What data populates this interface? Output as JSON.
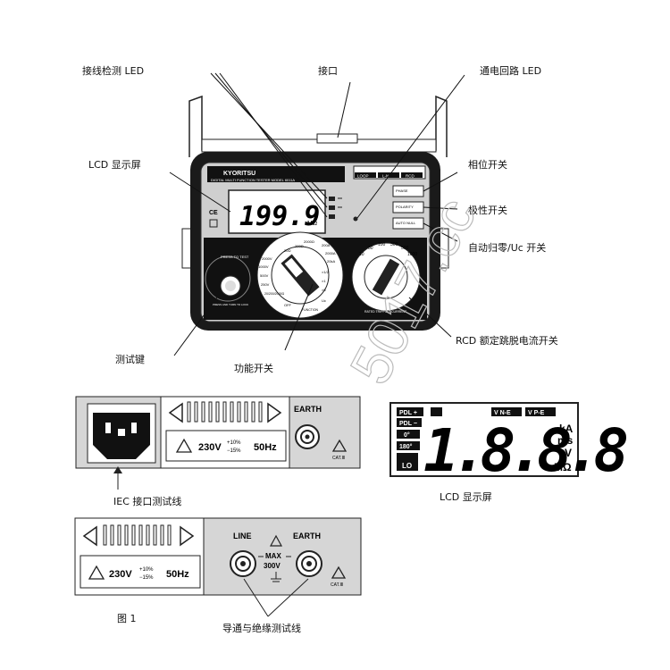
{
  "callouts": {
    "connection_led": "接线检测 LED",
    "port": "接口",
    "circuit_led": "通电回路 LED",
    "lcd": "LCD 显示屏",
    "phase_switch": "相位开关",
    "polarity_switch": "极性开关",
    "auto_zero_switch": "自动归零/Uc 开关",
    "rcd_switch": "RCD 额定跳脱电流开关",
    "test_key": "测试键",
    "function_switch": "功能开关"
  },
  "meter": {
    "brand": "KYORITSU",
    "model": "DIGITAL MULTI FUNCTION TESTER MODEL 6011A",
    "reading": "199.9",
    "unit": "MΩ",
    "status_boxes": [
      "LOOP",
      "L-N",
      "RCD"
    ],
    "phase_label": "PHASE",
    "polarity_label": "POLARITY",
    "auto_null_label": "AUTO NULL",
    "press_label": "PRESS TO TEST",
    "press_lock_label": "PRESS AND TURN TO LOCK",
    "func_labels": [
      "2000Ω",
      "200Ω",
      "20Ω",
      "2000V",
      "1000V",
      "500V",
      "250V",
      "20/200/2000Ω",
      "OFF",
      "FUNCTION",
      "200A",
      "2000A",
      "20kA",
      "×1/2",
      "×1",
      "×5",
      "Uc"
    ],
    "rcd_labels": [
      "10",
      "30",
      "100",
      "300",
      "500",
      "1000"
    ],
    "rcd_caption": "RATED TRIPPING CURRENT"
  },
  "iec_panel": {
    "earth": "EARTH",
    "voltage": "230V",
    "tol_plus": "+10%",
    "tol_minus": "−15%",
    "freq": "50Hz",
    "cat": "CAT.Ⅲ",
    "caption": "IEC 接口测试线"
  },
  "lcd_panel": {
    "left_tags": [
      "PDL +",
      "PDL −",
      "0°",
      "180°",
      "LO"
    ],
    "top_tags": [
      "V N-E",
      "V P-E"
    ],
    "digits": "1.8.8.8",
    "units": [
      "kA",
      "ms",
      "V",
      "MΩ"
    ],
    "caption": "LCD 显示屏"
  },
  "lead_panel": {
    "line": "LINE",
    "earth": "EARTH",
    "max": "MAX",
    "max_v": "300V",
    "voltage": "230V",
    "tol_plus": "+10%",
    "tol_minus": "−15%",
    "freq": "50Hz",
    "cat": "CAT.Ⅲ",
    "caption": "导通与绝缘测试线"
  },
  "figure_label": "图 1",
  "watermark": "5017.cc"
}
